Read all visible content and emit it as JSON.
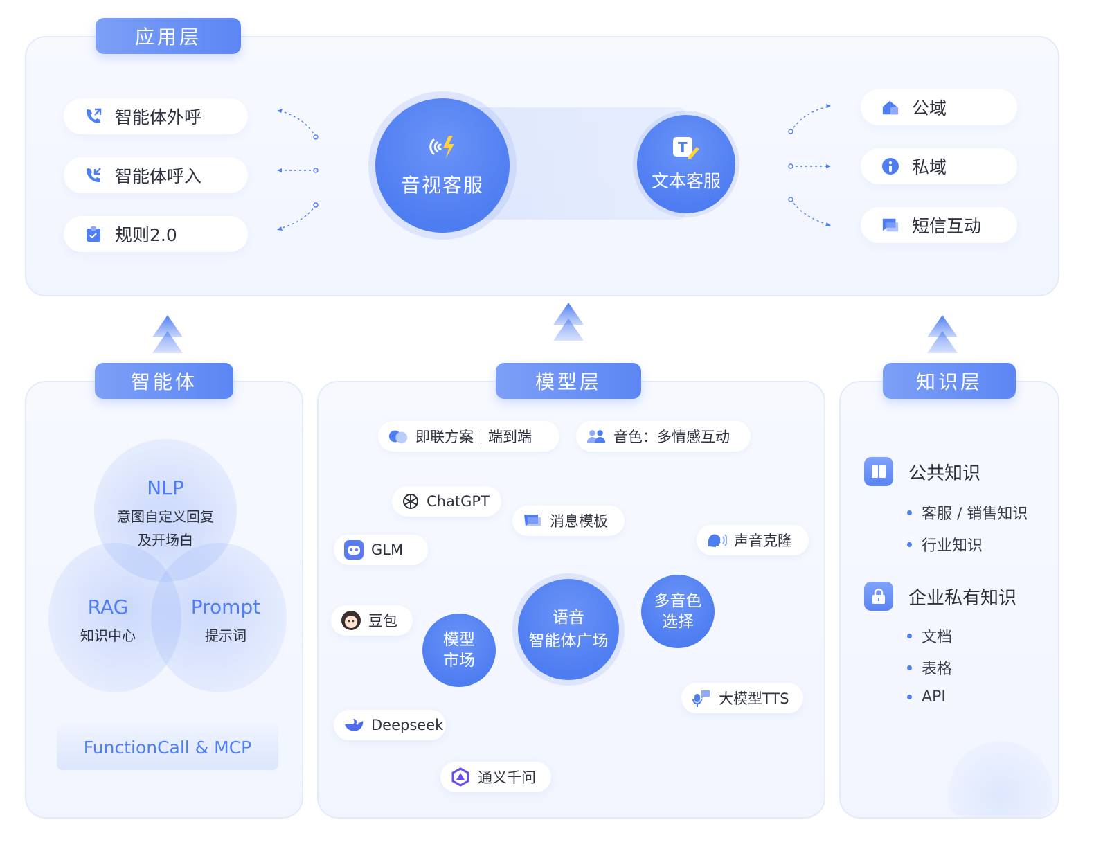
{
  "app_layer": {
    "tab": "应用层",
    "left_items": [
      {
        "label": "智能体外呼",
        "icon": "phone-outgoing-icon"
      },
      {
        "label": "智能体呼入",
        "icon": "phone-incoming-icon"
      },
      {
        "label": "规则2.0",
        "icon": "clipboard-icon"
      }
    ],
    "center_main": {
      "label": "音视客服",
      "icon": "sound-wave-icon"
    },
    "center_secondary": {
      "label": "文本客服",
      "icon": "text-edit-icon"
    },
    "right_items": [
      {
        "label": "公域",
        "icon": "house-icon"
      },
      {
        "label": "私域",
        "icon": "info-icon"
      },
      {
        "label": "短信互动",
        "icon": "message-icon"
      }
    ]
  },
  "agent_layer": {
    "tab": "智能体",
    "nlp": {
      "title": "NLP",
      "line1": "意图自定义回复",
      "line2": "及开场白"
    },
    "rag": {
      "title": "RAG",
      "sub": "知识中心"
    },
    "prompt": {
      "title": "Prompt",
      "sub": "提示词"
    },
    "footer": "FunctionCall & MCP"
  },
  "model_layer": {
    "tab": "模型层",
    "top_chips": [
      {
        "label": "即联方案｜端到端",
        "icon": "cloud-icon"
      },
      {
        "label": "音色：多情感互动",
        "icon": "users-icon"
      }
    ],
    "models": [
      {
        "label": "ChatGPT",
        "icon": "chatgpt-logo-icon"
      },
      {
        "label": "GLM",
        "icon": "robot-icon"
      },
      {
        "label": "豆包",
        "icon": "avatar-icon"
      },
      {
        "label": "Deepseek",
        "icon": "whale-icon"
      },
      {
        "label": "通义千问",
        "icon": "tongyi-logo-icon"
      }
    ],
    "market": {
      "line1": "模型",
      "line2": "市场"
    },
    "center": {
      "line1": "语音",
      "line2": "智能体广场"
    },
    "voice": {
      "line1": "多音色",
      "line2": "选择"
    },
    "message_template": {
      "label": "消息模板",
      "icon": "chat-bubble-icon"
    },
    "voice_clone": {
      "label": "声音克隆",
      "icon": "speaking-head-icon"
    },
    "tts": {
      "label": "大模型TTS",
      "icon": "microphone-icon"
    }
  },
  "knowledge_layer": {
    "tab": "知识层",
    "public": {
      "title": "公共知识",
      "icon": "book-icon",
      "items": [
        "客服 / 销售知识",
        "行业知识"
      ]
    },
    "private": {
      "title": "企业私有知识",
      "icon": "lock-icon",
      "items": [
        "文档",
        "表格",
        "API"
      ]
    }
  },
  "colors": {
    "accent": "#4f7ef2",
    "tab_light": "#7d9ff7",
    "panel_bg": "#f4f7ff",
    "border": "#e3ebfb"
  }
}
